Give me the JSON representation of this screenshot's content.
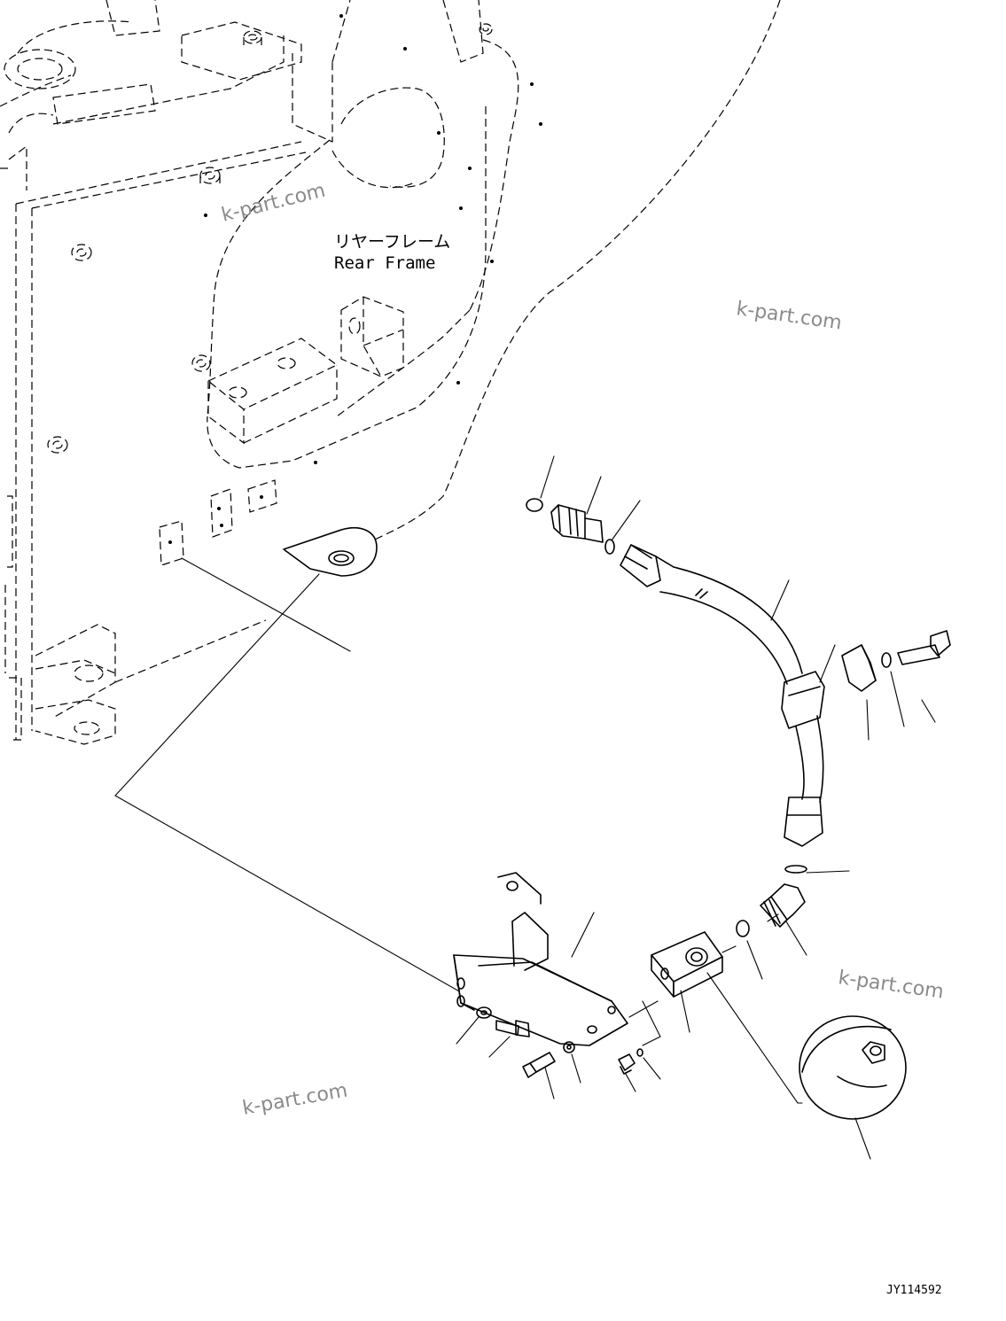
{
  "labels": {
    "frame_jp": "リヤーフレーム",
    "frame_en": "Rear Frame"
  },
  "watermarks": [
    "k-part.com",
    "k-part.com",
    "k-part.com",
    "k-part.com"
  ],
  "drawing_ref": "JY114592"
}
